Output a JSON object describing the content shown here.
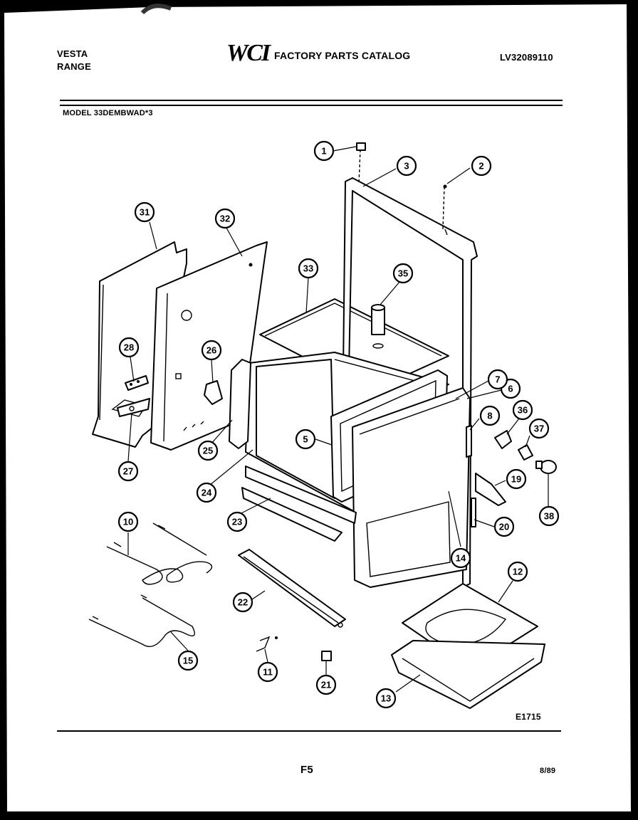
{
  "header": {
    "brand_line1": "VESTA",
    "brand_line2": "RANGE",
    "logo_text": "WCI",
    "catalog_title": "FACTORY PARTS CATALOG",
    "catalog_number": "LV32089110",
    "model_label": "MODEL 33DEMBWAD*3"
  },
  "diagram": {
    "drawing_code": "E1715",
    "callouts": [
      "1",
      "2",
      "3",
      "5",
      "6",
      "7",
      "8",
      "10",
      "11",
      "12",
      "13",
      "14",
      "15",
      "19",
      "20",
      "21",
      "22",
      "23",
      "24",
      "25",
      "26",
      "27",
      "28",
      "31",
      "32",
      "33",
      "35",
      "36",
      "37",
      "38"
    ]
  },
  "footer": {
    "page_code": "F5",
    "date": "8/89"
  }
}
